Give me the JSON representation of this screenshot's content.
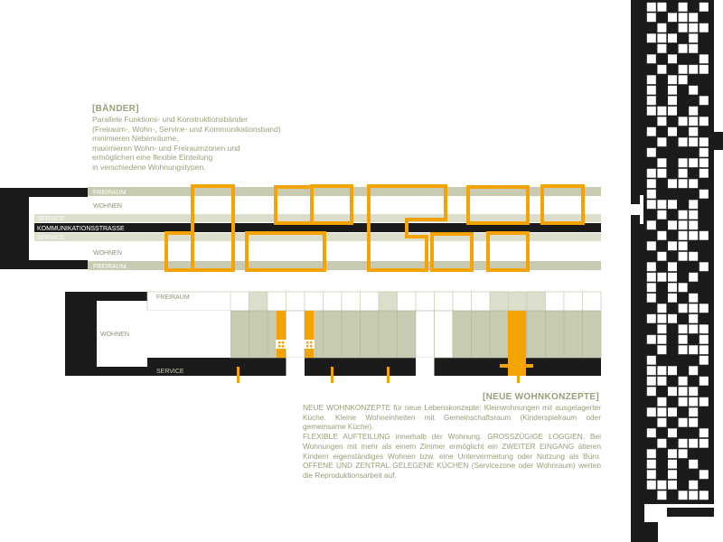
{
  "colors": {
    "orange": "#f5a300",
    "band_green": "#c8cbb2",
    "band_light": "#dcddca",
    "black": "#1b1b1b",
    "label_grey": "#8e9278",
    "text_grey": "#98a27c",
    "title_green": "#96a07a"
  },
  "baender": {
    "title": "[BÄNDER]",
    "lines": [
      "Parallele Funktions- und Konstruktionsbänder",
      "(Freiraum-, Wohn-, Service- und Kommunikationsband)",
      "minimieren Nebenräume,",
      "maximieren Wohn- und Freiraumzonen und",
      "ermöglichen eine flexible Einteilung",
      "in verschiedene Wohnungstypen."
    ]
  },
  "diagram1": {
    "labels": {
      "freiraum_top": "FREIRAUM",
      "wohnen_top": "WOHNEN",
      "service_top": "SERVICE",
      "kommunikation": "KOMMUNIKATIONSSTRASSE",
      "service_bottom": "SERVICE",
      "wohnen_bottom": "WOHNEN",
      "freiraum_bottom": "FREIRAUM"
    }
  },
  "diagram2": {
    "labels": {
      "freiraum": "FREIRAUM",
      "wohnen": "WOHNEN",
      "service": "SERVICE"
    }
  },
  "neue_wohnkonzepte": {
    "title": "[NEUE WOHNKONZEPTE]",
    "paragraphs": [
      "NEUE WOHNKONZEPTE für neue Lebenskonzepte: Kleinwohnungen mit ausgelagerter Küche. Kleine Wohneinheiten mit Gemeinschaftsraum (Kinderspielraum oder gemeinsame Küche).",
      "FLEXIBLE AUFTEILUNG innerhalb der Wohnung. GROSSZÜGIGE LOGGIEN. Bei Wohnungen mit mehr als einem Zimmer ermöglicht ein ZWEITER EINGANG älteren Kindern eigenständiges Wohnen bzw. eine Untervermietung oder Nutzung als Büro. OFFENE UND ZENTRAL GELEGENE KÜCHEN (Servicezone oder Wohnraum) werten die Reproduktionsarbeit auf."
    ]
  }
}
